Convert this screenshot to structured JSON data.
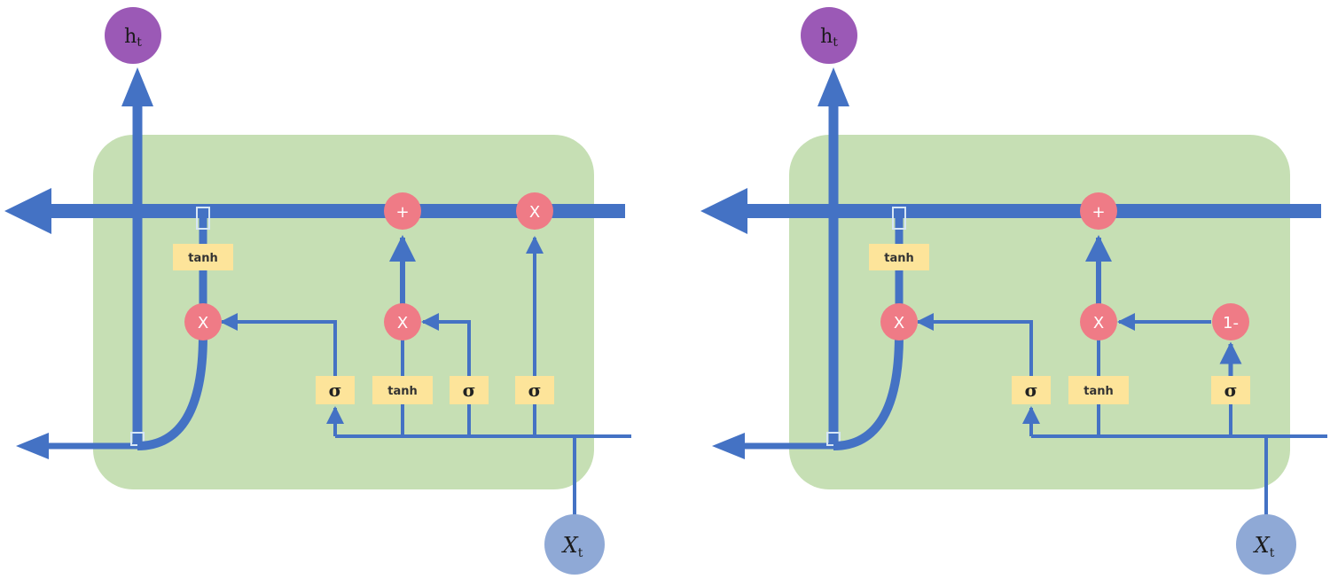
{
  "colors": {
    "cell_fill": "#c6dfb4",
    "line": "#4472c4",
    "op_circle": "#ef7b86",
    "gate_box": "#fde49a",
    "output_node": "#9b59b6",
    "input_node": "#8fa9d6"
  },
  "left_cell": {
    "output": {
      "symbol": "h",
      "subscript": "t"
    },
    "input": {
      "symbol": "X",
      "subscript": "t"
    },
    "ops": {
      "plus": "+",
      "mult_top": "X",
      "mult_left": "X",
      "mult_mid": "X"
    },
    "gates": {
      "tanh_top": "tanh",
      "sigma_1": "σ",
      "tanh_mid": "tanh",
      "sigma_2": "σ",
      "sigma_3": "σ"
    }
  },
  "right_cell": {
    "output": {
      "symbol": "h",
      "subscript": "t"
    },
    "input": {
      "symbol": "X",
      "subscript": "t"
    },
    "ops": {
      "plus": "+",
      "mult_left": "X",
      "mult_mid": "X",
      "one_minus": "1-"
    },
    "gates": {
      "tanh_top": "tanh",
      "sigma_1": "σ",
      "tanh_mid": "tanh",
      "sigma_2": "σ"
    }
  }
}
